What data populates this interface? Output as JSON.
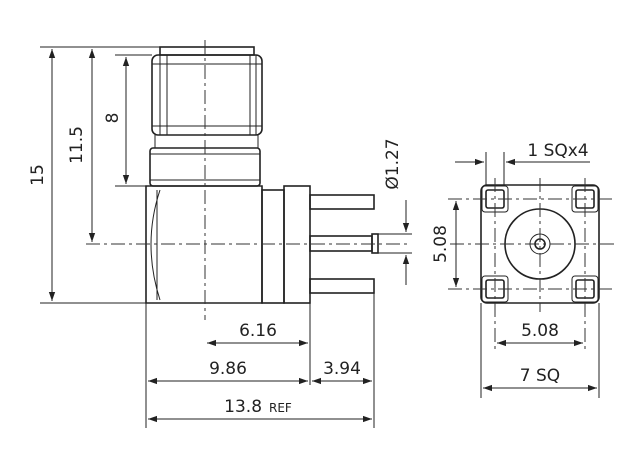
{
  "drawing": {
    "side_view": {
      "dim_15": "15",
      "dim_11_5": "11.5",
      "dim_8": "8",
      "dim_pin_dia": "Ø1.27",
      "dim_6_16": "6.16",
      "dim_9_86": "9.86",
      "dim_3_94": "3.94",
      "dim_overall": "13.8",
      "dim_overall_suffix": "REF"
    },
    "front_view": {
      "dim_pad": "1 SQx4",
      "dim_5_08_vertical": "5.08",
      "dim_5_08_horizontal": "5.08",
      "dim_7_sq": "7 SQ"
    }
  }
}
